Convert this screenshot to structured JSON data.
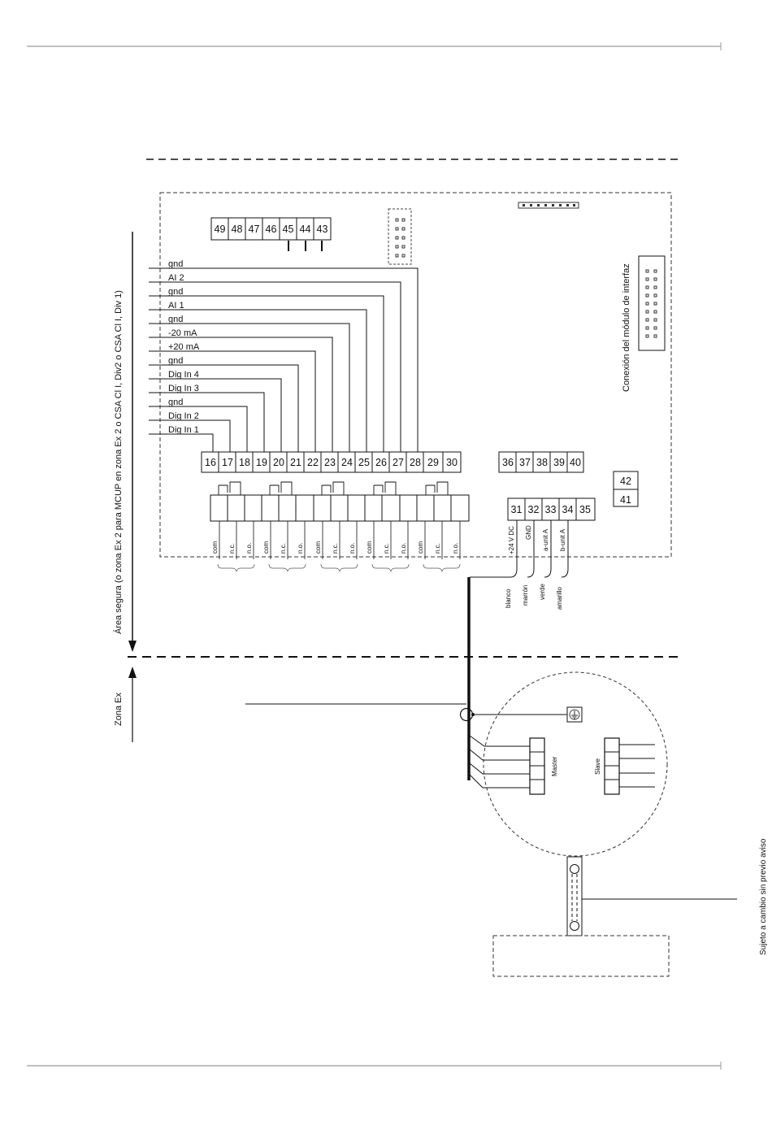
{
  "page": {
    "side_note": "Sujeto a cambio sin previo aviso"
  },
  "zones": {
    "safe_area": "Área segura (o zona Ex 2 para MCUP en zona Ex 2 o  CSA Cl I, Div2 o CSA Cl I, Div 1)",
    "ex_zone": "Zona Ex"
  },
  "board": {
    "interface_label": "Conexión del módulo de interfaz"
  },
  "top_terminals": [
    "49",
    "48",
    "47",
    "46",
    "45",
    "44",
    "43"
  ],
  "signals": [
    {
      "label": "gnd",
      "terminal": "28"
    },
    {
      "label": "AI 2",
      "terminal": "27"
    },
    {
      "label": "gnd",
      "terminal": "26"
    },
    {
      "label": "AI 1",
      "terminal": "25"
    },
    {
      "label": "gnd",
      "terminal": "24"
    },
    {
      "label": "-20 mA",
      "terminal": "23"
    },
    {
      "label": "+20 mA",
      "terminal": "22"
    },
    {
      "label": "gnd",
      "terminal": "21"
    },
    {
      "label": "Dig In 4",
      "terminal": "20"
    },
    {
      "label": "Dig In 3",
      "terminal": "19"
    },
    {
      "label": "gnd",
      "terminal": "18"
    },
    {
      "label": "Dig In 2",
      "terminal": "17"
    },
    {
      "label": "Dig In 1",
      "terminal": "16"
    }
  ],
  "main_terminals": [
    "16",
    "17",
    "18",
    "19",
    "20",
    "21",
    "22",
    "23",
    "24",
    "25",
    "26",
    "27",
    "28",
    "29",
    "30"
  ],
  "mid_terminals": [
    "36",
    "37",
    "38",
    "39",
    "40"
  ],
  "side_terminals": [
    "42",
    "41"
  ],
  "relays": [
    {
      "contacts": [
        "com",
        "n.c.",
        "n.o."
      ]
    },
    {
      "contacts": [
        "com",
        "n.c.",
        "n.o."
      ]
    },
    {
      "contacts": [
        "com",
        "n.c.",
        "n.o."
      ]
    },
    {
      "contacts": [
        "com",
        "n.c.",
        "n.o."
      ]
    },
    {
      "contacts": [
        "com",
        "n.c.",
        "n.o."
      ]
    }
  ],
  "bus_terminals": [
    {
      "number": "31",
      "signal": "+24 V DC",
      "wire": "blanco"
    },
    {
      "number": "32",
      "signal": "GND",
      "wire": "marrón"
    },
    {
      "number": "33",
      "signal": "a-unit A",
      "wire": "verde"
    },
    {
      "number": "34",
      "signal": "b-unit A",
      "wire": "amarillo"
    },
    {
      "number": "35",
      "signal": "",
      "wire": ""
    }
  ],
  "unit": {
    "master_label": "Master",
    "slave_label": "Slave"
  }
}
